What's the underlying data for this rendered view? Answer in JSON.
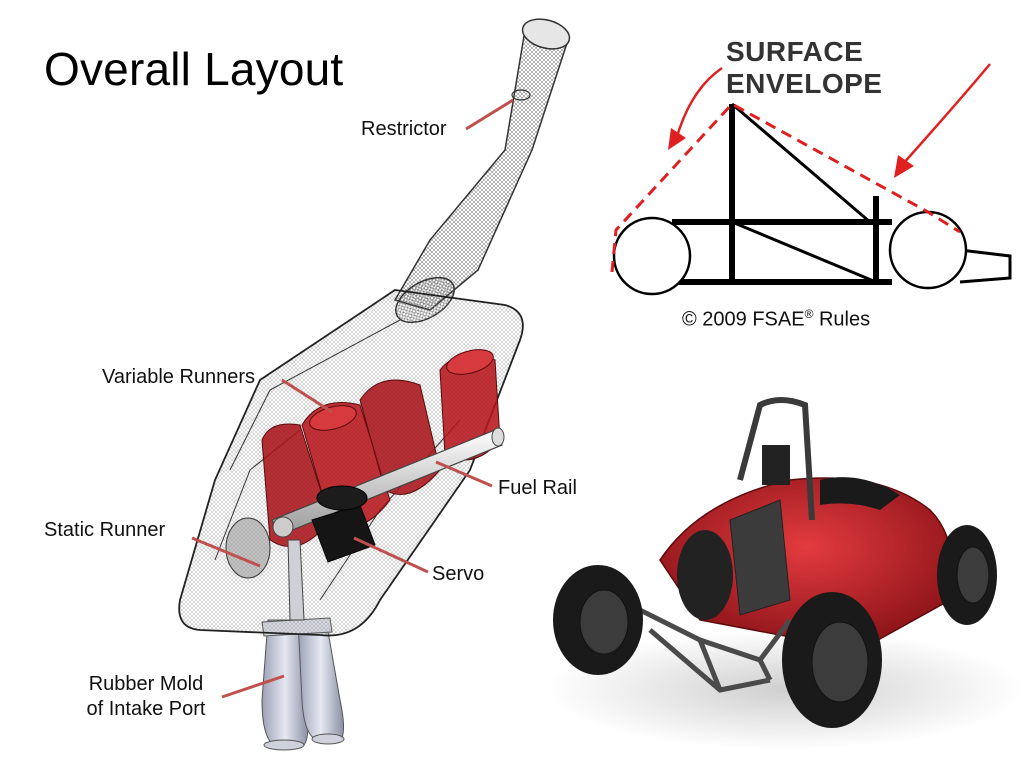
{
  "slide": {
    "title": "Overall Layout"
  },
  "intake": {
    "labels": {
      "restrictor": "Restrictor",
      "variable_runners": "Variable Runners",
      "fuel_rail": "Fuel Rail",
      "static_runner": "Static Runner",
      "servo": "Servo",
      "rubber_mold_line1": "Rubber Mold",
      "rubber_mold_line2": "of Intake Port"
    },
    "colors": {
      "callout": "#c0504d",
      "runner_red": "#b5161c",
      "mesh": "#555555"
    }
  },
  "envelope": {
    "title": "SURFACE ENVELOPE",
    "caption_prefix": "© 2009 FSAE",
    "caption_reg": "®",
    "caption_suffix": " Rules",
    "colors": {
      "dashed": "#e02020",
      "frame": "#000000"
    }
  },
  "car": {
    "icon": "race-car-render",
    "colors": {
      "body": "#b3161d",
      "tire": "#1a1a1a",
      "frame": "#4a4a4a"
    }
  }
}
